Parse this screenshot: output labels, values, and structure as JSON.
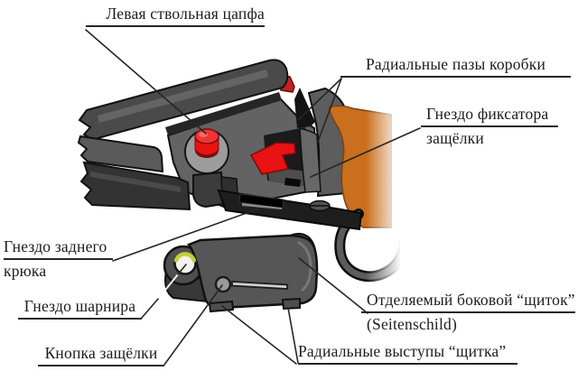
{
  "figure": {
    "type": "annotated-technical-diagram",
    "subject": "Break-action shotgun receiver with detachable side plate",
    "language": "Russian"
  },
  "labels": {
    "left_barrel_trunnion": {
      "text": "Левая ствольная цапфа"
    },
    "radial_grooves": {
      "text": "Радиальные пазы коробки"
    },
    "latch_fixator_socket": {
      "line1": "Гнездо фиксатора",
      "line2": "защёлки"
    },
    "rear_hook_socket": {
      "line1": "Гнездо заднего",
      "line2": "крюка"
    },
    "hinge_socket": {
      "text": "Гнездо шарнира"
    },
    "latch_button": {
      "text": "Кнопка защёлки"
    },
    "side_plate": {
      "line1": "Отделяемый боковой “щиток”",
      "line2": "(Seitenschild)"
    },
    "plate_radial_lugs": {
      "text": "Радиальные выступы “щитка”"
    }
  },
  "colors": {
    "background": "#ffffff",
    "label_text": "#1c1c1c",
    "leader_line": "#262626",
    "red_parts": "#e81212",
    "red_pin_top": "#f13535",
    "orange_wood": "#c96f1d",
    "yellow_green_highlight": "#c3cf35",
    "metal_gray": "#636363",
    "plate_gray": "#565656",
    "dark_metal": "#1e1e1e"
  }
}
